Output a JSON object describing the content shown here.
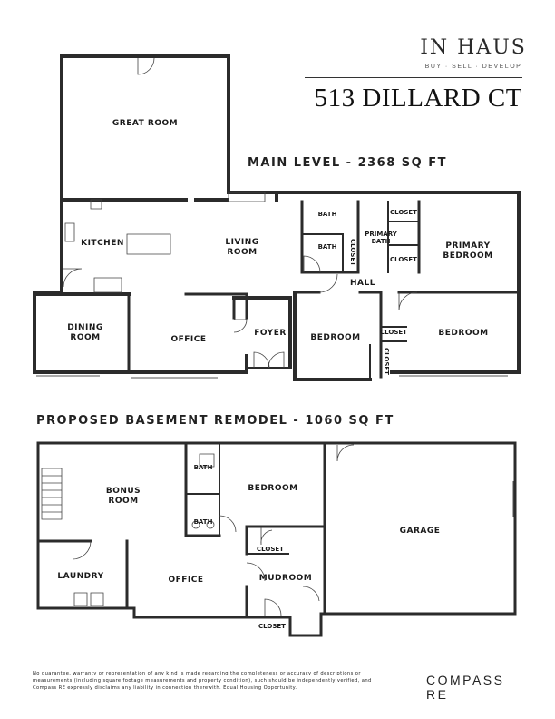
{
  "brand": {
    "logo": "IN HAUS",
    "tagline": "BUY · SELL · DEVELOP"
  },
  "address": "513 DILLARD CT",
  "main_level": {
    "title": "MAIN LEVEL - 2368 SQ FT",
    "rooms": {
      "great_room": "GREAT ROOM",
      "kitchen": "KITCHEN",
      "living_1": "LIVING",
      "living_2": "ROOM",
      "dining_1": "DINING",
      "dining_2": "ROOM",
      "office": "OFFICE",
      "foyer": "FOYER",
      "bath_upper": "BATH",
      "bath_lower": "BATH",
      "closet_a": "CLOSET",
      "closet_b": "CLOSET",
      "closet_c": "CLOSET",
      "closet_d": "CLOSET",
      "closet_e": "CLOSET",
      "primary_bath_1": "PRIMARY",
      "primary_bath_2": "BATH",
      "primary_bed_1": "PRIMARY",
      "primary_bed_2": "BEDROOM",
      "hall": "HALL",
      "bedroom_left": "BEDROOM",
      "bedroom_right": "BEDROOM"
    }
  },
  "basement": {
    "title": "PROPOSED BASEMENT REMODEL - 1060 SQ FT",
    "rooms": {
      "bonus_1": "BONUS",
      "bonus_2": "ROOM",
      "bath_upper": "BATH",
      "bath_lower": "BATH",
      "bedroom": "BEDROOM",
      "garage": "GARAGE",
      "laundry": "LAUNDRY",
      "office": "OFFICE",
      "closet_a": "CLOSET",
      "mudroom": "MUDROOM",
      "closet_b": "CLOSET"
    }
  },
  "disclaimer": "No guarantee, warranty or representation of any kind is made regarding the completeness or accuracy of descriptions or measurements (including square footage measurements and property condition), such should be independently verified, and Compass RE expressly disclaims any liability in connection therewith. Equal Housing Opportunity.",
  "footer_brand": "COMPASS RE"
}
